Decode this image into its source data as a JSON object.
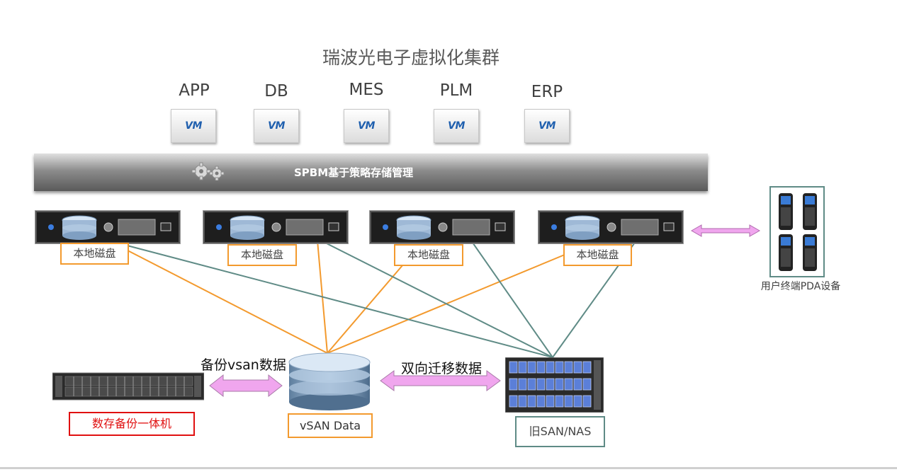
{
  "title": "瑞波光电子虚拟化集群",
  "vms": [
    {
      "label": "APP",
      "badge": "VM"
    },
    {
      "label": "DB",
      "badge": "VM"
    },
    {
      "label": "MES",
      "badge": "VM"
    },
    {
      "label": "PLM",
      "badge": "VM"
    },
    {
      "label": "ERP",
      "badge": "VM"
    }
  ],
  "spbm": {
    "label": "SPBM基于策略存储管理",
    "icon": "gears-icon"
  },
  "servers": [
    {
      "disk_label": "本地磁盘"
    },
    {
      "disk_label": "本地磁盘"
    },
    {
      "disk_label": "本地磁盘"
    },
    {
      "disk_label": "本地磁盘"
    }
  ],
  "pda": {
    "caption": "用户终端PDA设备",
    "icon": "pda-device-icon"
  },
  "backup": {
    "arrow_label": "备份vsan数据",
    "box_label": "数存备份一体机"
  },
  "vsan": {
    "label": "vSAN Data"
  },
  "migrate": {
    "arrow_label": "双向迁移数据"
  },
  "nas": {
    "label": "旧SAN/NAS"
  },
  "colors": {
    "orange": "#f39a2e",
    "teal": "#5f8b86",
    "pink_arrow": "#f0a6ee",
    "red": "#e01010"
  }
}
